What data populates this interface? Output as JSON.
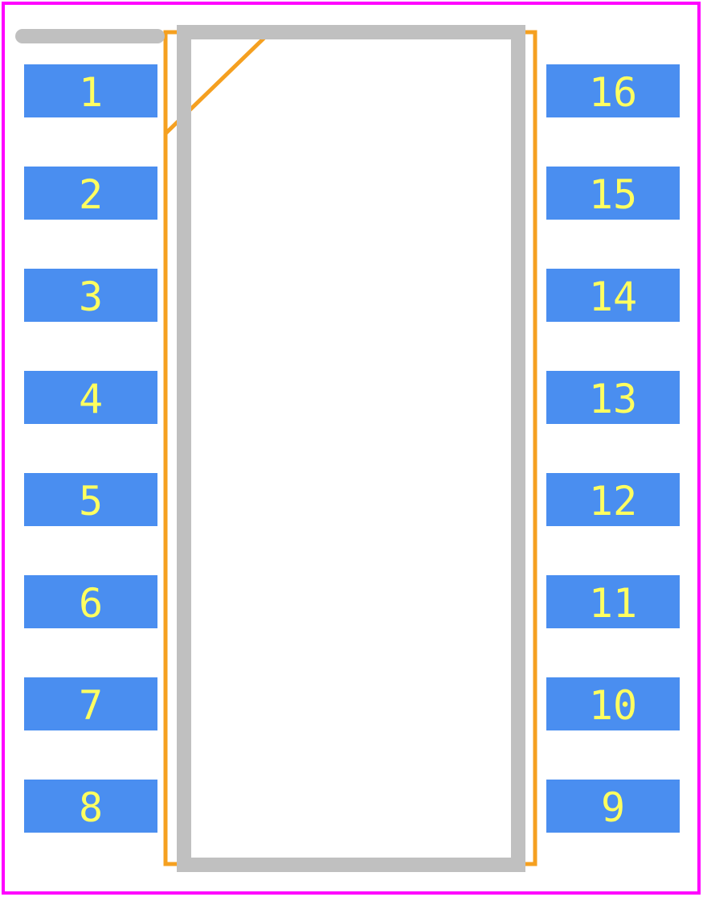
{
  "footprint": {
    "colors": {
      "boundary": "#ff00ff",
      "assembly_outline": "#f5a020",
      "silkscreen": "#c0c0c0",
      "pad_fill": "#4a8ef0",
      "pad_label": "#ffff60",
      "background": "#ffffff"
    },
    "pin_count": 16,
    "left_pads": [
      {
        "label": "1"
      },
      {
        "label": "2"
      },
      {
        "label": "3"
      },
      {
        "label": "4"
      },
      {
        "label": "5"
      },
      {
        "label": "6"
      },
      {
        "label": "7"
      },
      {
        "label": "8"
      }
    ],
    "right_pads": [
      {
        "label": "16"
      },
      {
        "label": "15"
      },
      {
        "label": "14"
      },
      {
        "label": "13"
      },
      {
        "label": "12"
      },
      {
        "label": "11"
      },
      {
        "label": "10"
      },
      {
        "label": "9"
      }
    ]
  }
}
